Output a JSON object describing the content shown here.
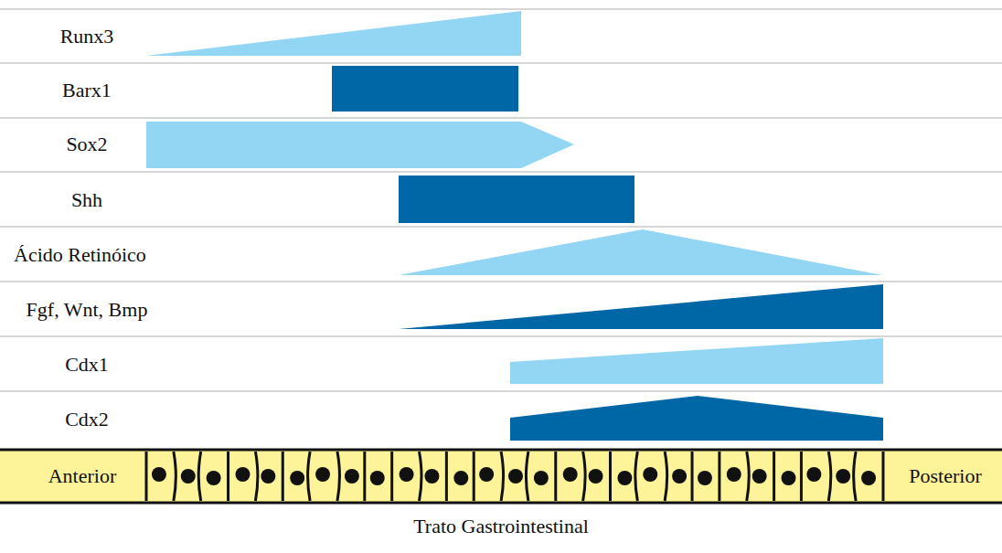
{
  "diagram": {
    "caption": "Trato Gastrointestinal",
    "nodes": [
      {
        "text": [
          "Anterior",
          "Posterior"
        ]
      }
    ],
    "labels": [
      "Runx3",
      "Barx1",
      "Sox2",
      "Shh",
      "Ácido Retinóico",
      "Fgf, Wnt, Bmp",
      "Cdx1",
      "Cdx2"
    ]
  }
}
